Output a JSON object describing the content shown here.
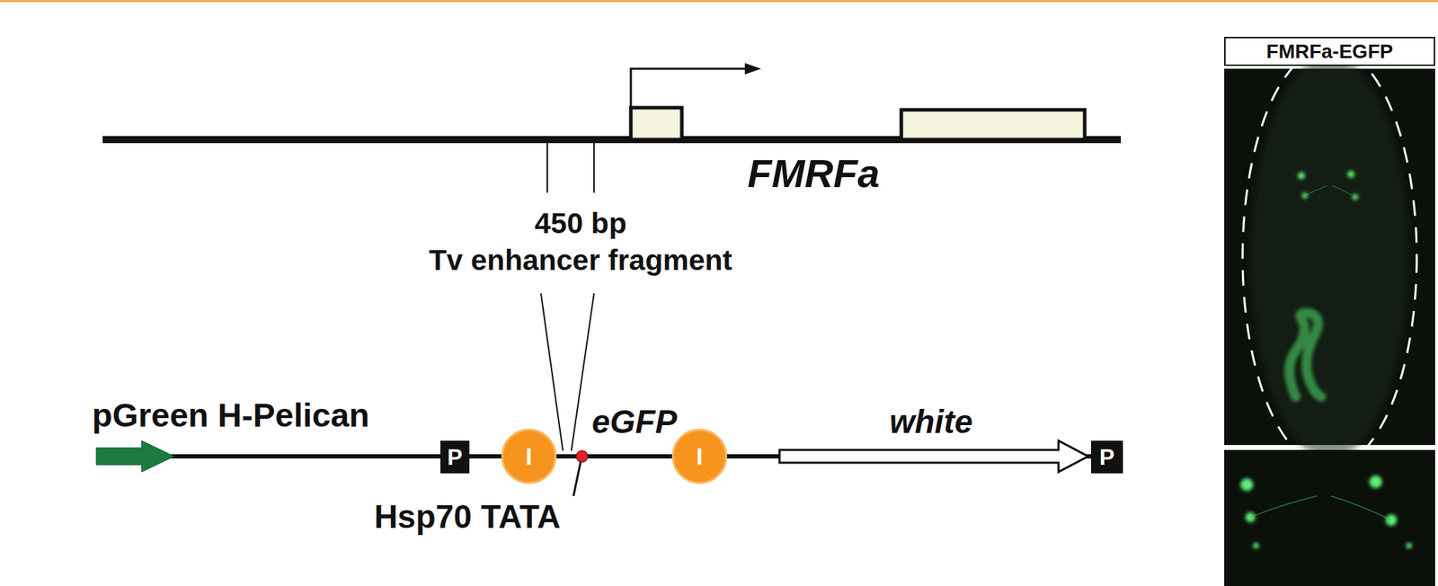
{
  "diagram": {
    "nodes": [
      {
        "text": [
          "P"
        ]
      },
      {
        "text": [
          "I"
        ]
      },
      {
        "text": [
          "I"
        ]
      },
      {
        "text": [
          "P"
        ]
      },
      {
        "text": [
          "FMRFa-EGFP"
        ]
      }
    ],
    "labels": [
      "450 bp",
      "Tv enhancer fragment",
      "FMRFa",
      "pGreen H-Pelican",
      "eGFP",
      "white",
      "Hsp70 TATA"
    ]
  }
}
